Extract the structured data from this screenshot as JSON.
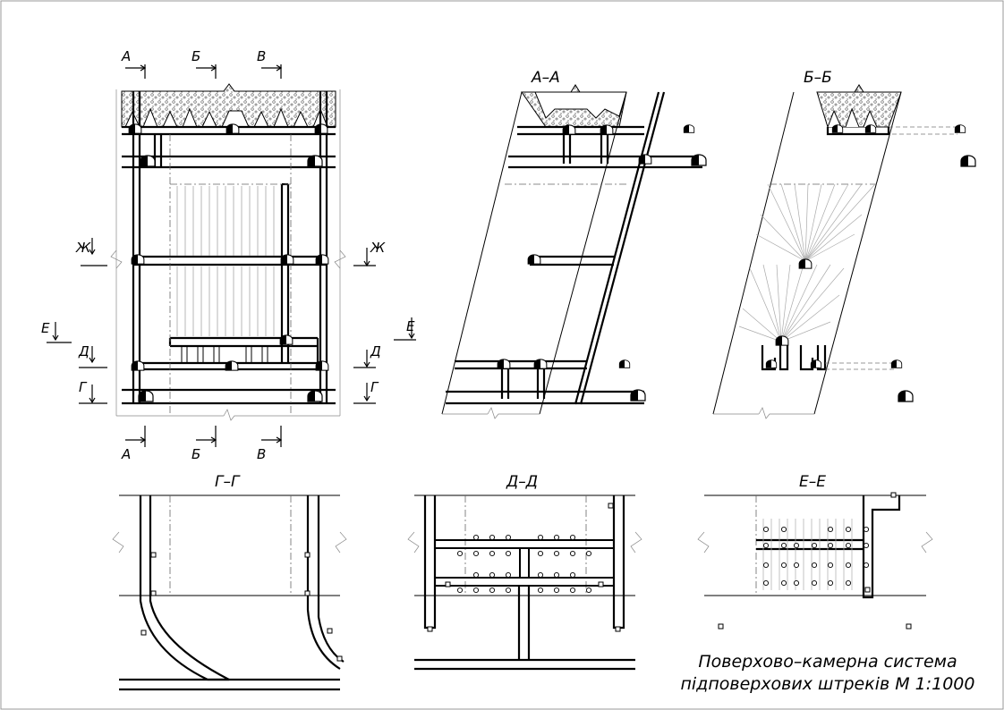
{
  "sections": {
    "main_plan": {
      "cut_a": "А",
      "cut_b": "Б",
      "cut_v": "В",
      "cut_zh": "Ж",
      "cut_ye": "Е",
      "cut_d": "Д",
      "cut_g": "Г"
    },
    "aa": {
      "title": "А–А"
    },
    "bb": {
      "title": "Б–Б"
    },
    "gg": {
      "title": "Г–Г"
    },
    "dd": {
      "title": "Д–Д"
    },
    "ee": {
      "title": "Е–Е"
    }
  },
  "caption": {
    "line1": "Поверхово–камерна система",
    "line2": "підповерхових штреків М 1:1000"
  },
  "colors": {
    "ink": "#000000",
    "auxiliary": "#888888",
    "paper": "#ffffff"
  }
}
